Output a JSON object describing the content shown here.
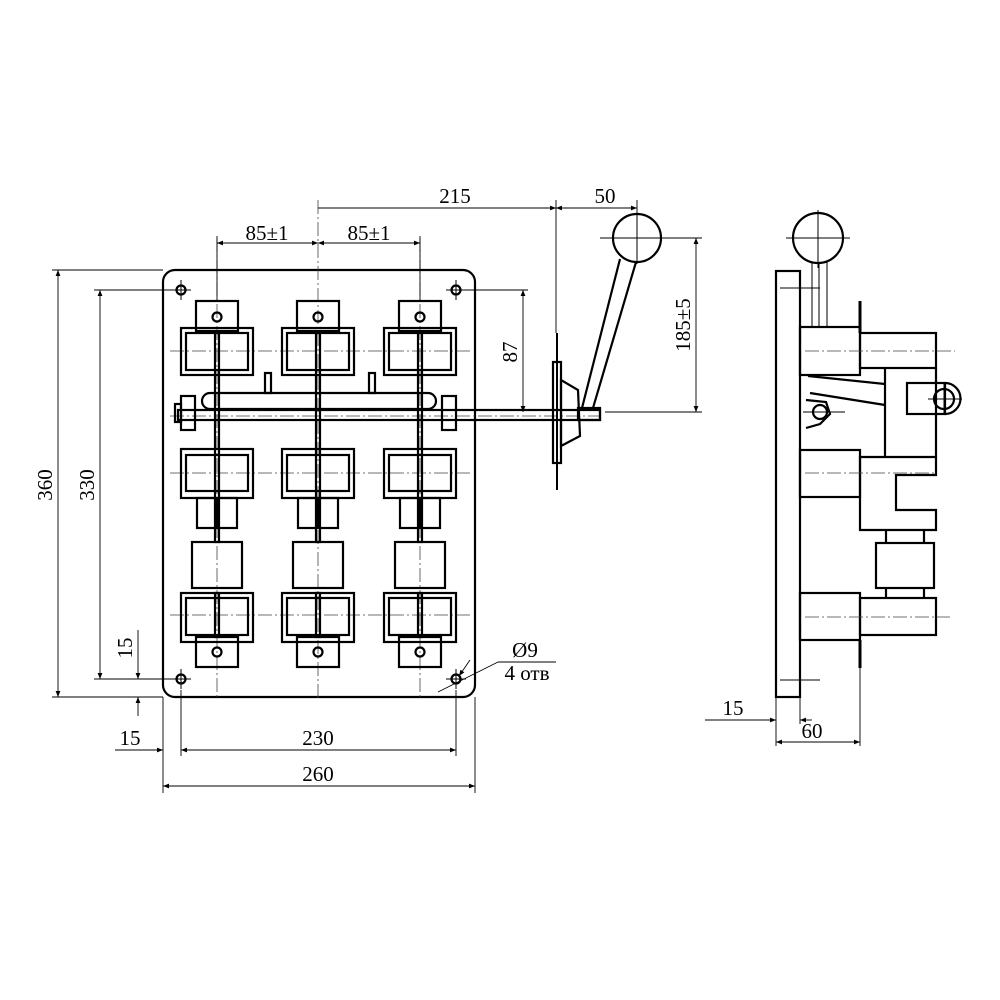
{
  "drawing": {
    "title": "Knife switch with lever handle - front and side views",
    "dimensions": {
      "handle_offset": "215",
      "handle_lever": "50",
      "pole_pitch_left": "85±1",
      "pole_pitch_right": "85±1",
      "lever_length": "185±5",
      "shaft_height": "87",
      "plate_height": "360",
      "hole_spacing_vertical": "330",
      "hole_offset_vertical": "15",
      "hole_offset_horizontal": "15",
      "hole_spacing_horizontal": "230",
      "plate_width": "260",
      "hole_diameter": "Ø9",
      "hole_count": "4 отв",
      "side_plate_thickness": "15",
      "side_depth": "60"
    },
    "line_color": "#000000",
    "background": "#ffffff"
  }
}
